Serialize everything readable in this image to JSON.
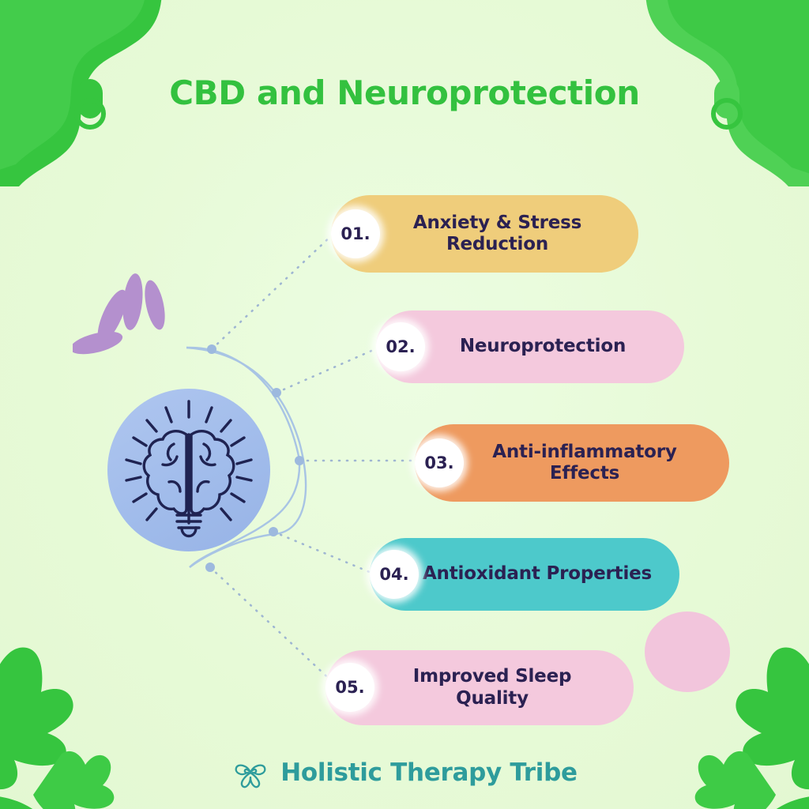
{
  "page": {
    "title": "CBD and Neuroprotection",
    "background_color": "#E9FBDB",
    "title_color": "#33C13F"
  },
  "center_emblem": {
    "icon": "brain-lightbulb-icon",
    "circle_color": "#A3BDEB",
    "line_color": "#1F2352"
  },
  "decorations": {
    "top_left_blob": "green-blob-shape",
    "top_right_blob": "green-blob-shape",
    "bottom_left_leaves": "cannabis-leaf-shape",
    "bottom_right_leaves": "cannabis-leaf-shape",
    "top_left_ring": "green-ring-icon",
    "top_right_ring": "green-ring-icon",
    "purple_petals": "purple-petal-burst",
    "pink_dot": "pink-circle-dot",
    "green": "#36C53F",
    "green_light": "#5FD665",
    "purple": "#B490CE",
    "pink": "#F2C5DC"
  },
  "connector": {
    "arc_color": "#A8C4E4",
    "node_color": "#9DB9DE",
    "dot_color": "#9FB6D2"
  },
  "items": [
    {
      "number": "01.",
      "label": "Anxiety & Stress Reduction",
      "color": "#EFCD7B",
      "text_color": "#2B2152"
    },
    {
      "number": "02.",
      "label": "Neuroprotection",
      "color": "#F4C9DD",
      "text_color": "#2B2152"
    },
    {
      "number": "03.",
      "label": "Anti-inflammatory Effects",
      "color": "#EE9A5F",
      "text_color": "#2B2152"
    },
    {
      "number": "04.",
      "label": "Antioxidant Properties",
      "color": "#4DC9CB",
      "text_color": "#2B2152"
    },
    {
      "number": "05.",
      "label": "Improved Sleep Quality",
      "color": "#F4C9DD",
      "text_color": "#2B2152"
    }
  ],
  "footer": {
    "brand": "Holistic Therapy Tribe",
    "logo_icon": "butterfly-knot-logo",
    "color": "#2E9C9C"
  }
}
